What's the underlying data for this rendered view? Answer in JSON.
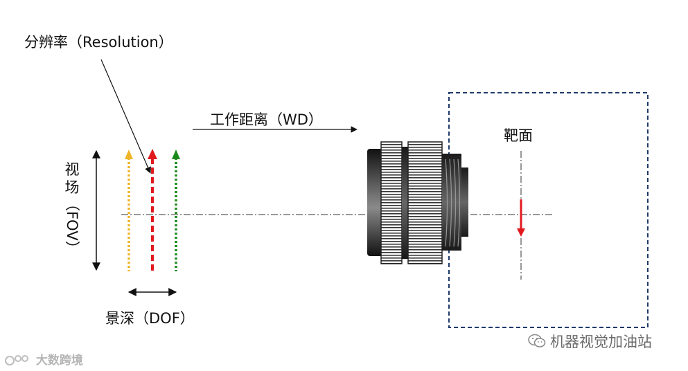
{
  "labels": {
    "resolution": "分辨率（Resolution）",
    "working_distance": "工作距离（WD）",
    "target_plane": "靶面",
    "field_of_view_chars": [
      "视",
      "场",
      "（",
      "FOV",
      "）"
    ],
    "depth_of_field": "景深（DOF）"
  },
  "watermarks": {
    "left": "大数跨境",
    "right": "机器视觉加油站"
  },
  "colors": {
    "arrow_yellow": "#f0b429",
    "arrow_red": "#e0191f",
    "arrow_green": "#1a8a1a",
    "frame_dashed": "#1f3a6a",
    "lens_dark": "#222222"
  },
  "icons": {
    "wechat": "wechat-icon",
    "watermark_logo": "logo-icon"
  }
}
